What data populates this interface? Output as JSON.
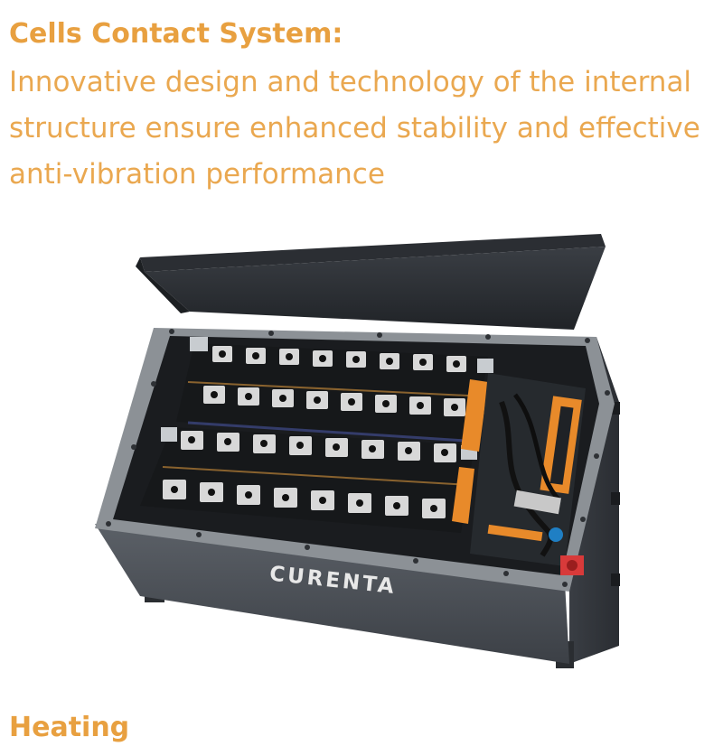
{
  "heading": {
    "title": "Cells Contact System:",
    "description": "Innovative design and technology of the internal structure ensure enhanced stability and effective anti-vibration performance"
  },
  "product": {
    "brand": "CURENTA"
  },
  "next_heading": {
    "title": "Heating"
  },
  "colors": {
    "accent": "#e8a040",
    "housing": "#4a4f55",
    "busbar_copper": "#e88a2a"
  }
}
